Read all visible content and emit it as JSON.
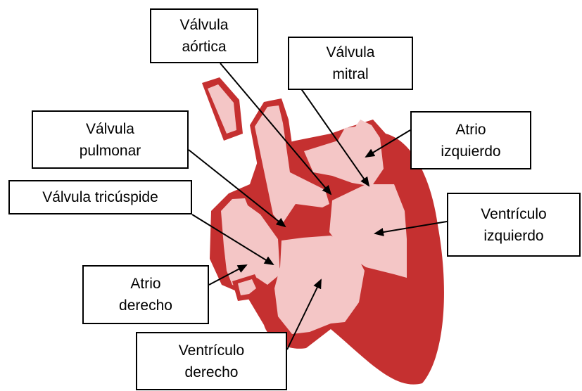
{
  "colors": {
    "heart_dark": "#c53030",
    "heart_light": "#f4c6c6",
    "outline": "#000000"
  },
  "labels": {
    "aortic_valve": [
      "Válvula",
      "aórtica"
    ],
    "mitral_valve": [
      "Válvula",
      "mitral"
    ],
    "pulmonary_valve": [
      "Válvula",
      "pulmonar"
    ],
    "tricuspid_valve": [
      "Válvula tricúspide"
    ],
    "left_atrium": [
      "Atrio",
      "izquierdo"
    ],
    "left_ventricle": [
      "Ventrículo",
      "izquierdo"
    ],
    "right_atrium": [
      "Atrio",
      "derecho"
    ],
    "right_ventricle": [
      "Ventrículo",
      "derecho"
    ]
  }
}
